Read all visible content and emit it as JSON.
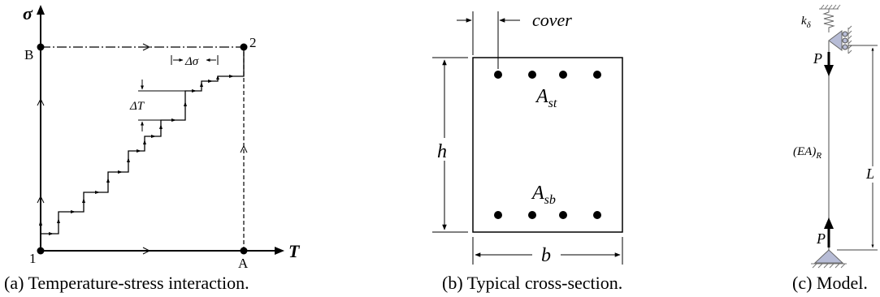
{
  "panel_a": {
    "axis_y": "σ",
    "axis_x": "T",
    "point_1": "1",
    "point_2": "2",
    "point_A": "A",
    "point_B": "B",
    "delta_sigma": "Δσ",
    "delta_T": "ΔT",
    "caption": "(a) Temperature-stress interaction."
  },
  "panel_b": {
    "cover": "cover",
    "h": "h",
    "b": "b",
    "a_base": "A",
    "a_st_sub": "st",
    "a_sb_sub": "sb",
    "caption": "(b) Typical cross-section."
  },
  "panel_c": {
    "k_base": "k",
    "k_sub": "δ",
    "p_top": "P",
    "p_bottom": "P",
    "ea": "(EA)",
    "ea_sub": "R",
    "l": "L",
    "caption": "(c) Model."
  }
}
